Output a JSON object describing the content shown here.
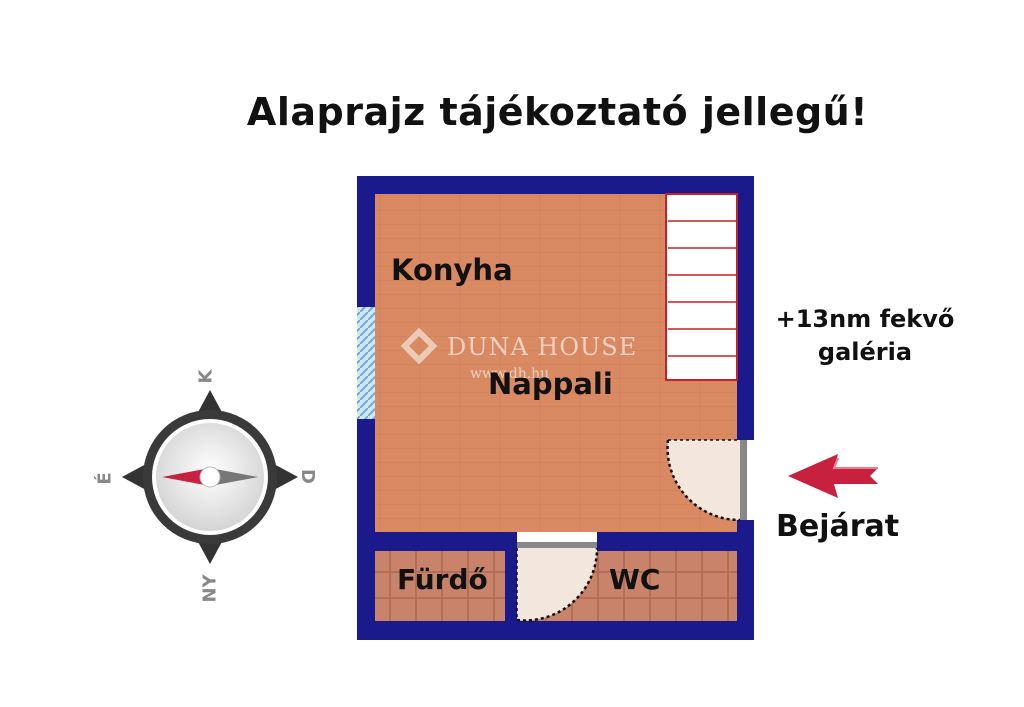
{
  "title": "Alaprajz tájékoztató jellegű!",
  "rooms": {
    "kitchen": "Konyha",
    "living": "Nappali",
    "bathroom": "Fürdő",
    "toilet": "WC"
  },
  "gallery": {
    "line1": "+13nm fekvő",
    "line2": "galéria"
  },
  "entrance": "Bejárat",
  "watermark": {
    "brand": "DUNA HOUSE",
    "url": "www.dh.hu"
  },
  "compass": {
    "north": "K",
    "west": "É",
    "east": "D",
    "south": "NY"
  },
  "colors": {
    "wall": "#1a1a8c",
    "floor_wood": "#d98a62",
    "floor_tile": "#c9836a",
    "stairs_border": "#c8202a",
    "arrow": "#c8203f",
    "window": "#8fc3e6"
  },
  "icons": [
    "compass-icon",
    "entrance-arrow-icon",
    "watermark-logo-icon"
  ]
}
